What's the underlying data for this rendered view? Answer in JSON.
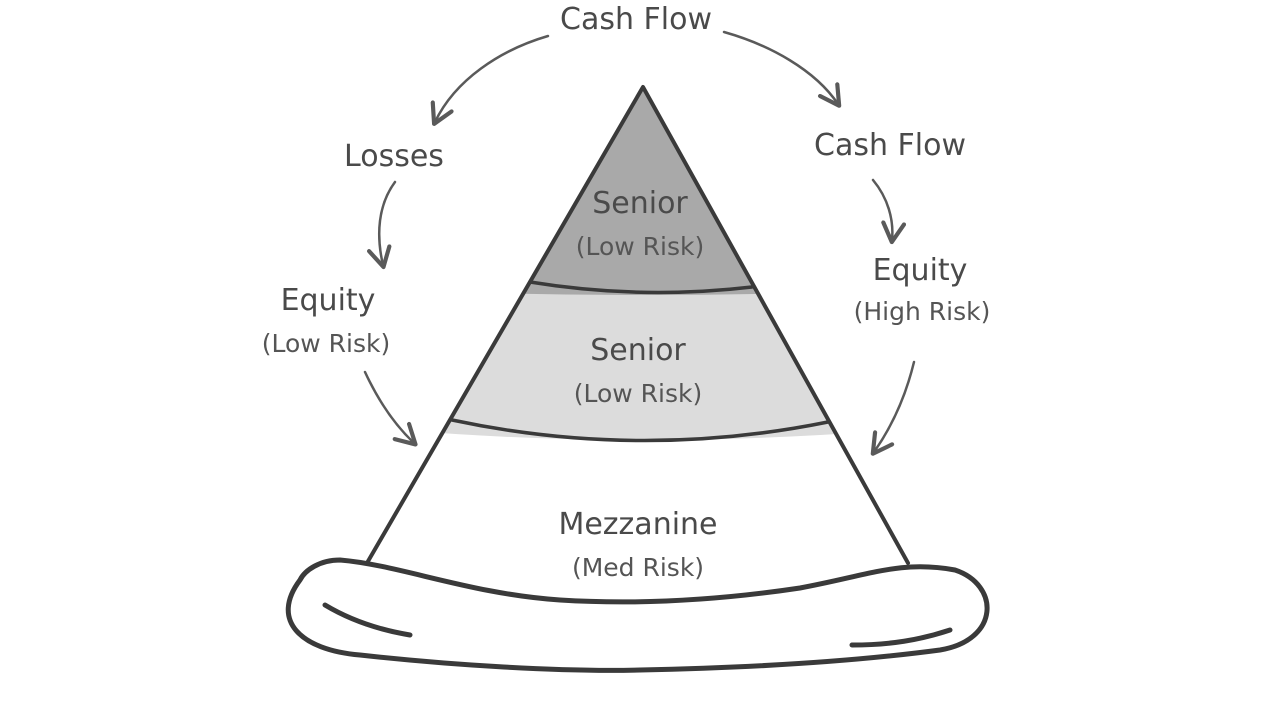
{
  "top_label": "Cash Flow",
  "left_flow": {
    "label1": "Losses",
    "label2_title": "Equity",
    "label2_sub": "(Low Risk)"
  },
  "right_flow": {
    "label1": "Cash Flow",
    "label2_title": "Equity",
    "label2_sub": "(High Risk)"
  },
  "tranches": [
    {
      "title": "Senior",
      "sub": "(Low Risk)",
      "fill": "#a9a9a9"
    },
    {
      "title": "Senior",
      "sub": "(Low Risk)",
      "fill": "#dcdcdc"
    },
    {
      "title": "Mezzanine",
      "sub": "(Med Risk)",
      "fill": "#ffffff"
    }
  ],
  "colors": {
    "outline": "#3a3a3a",
    "arrow": "#5a5a5a",
    "text": "#4a4a4a"
  }
}
